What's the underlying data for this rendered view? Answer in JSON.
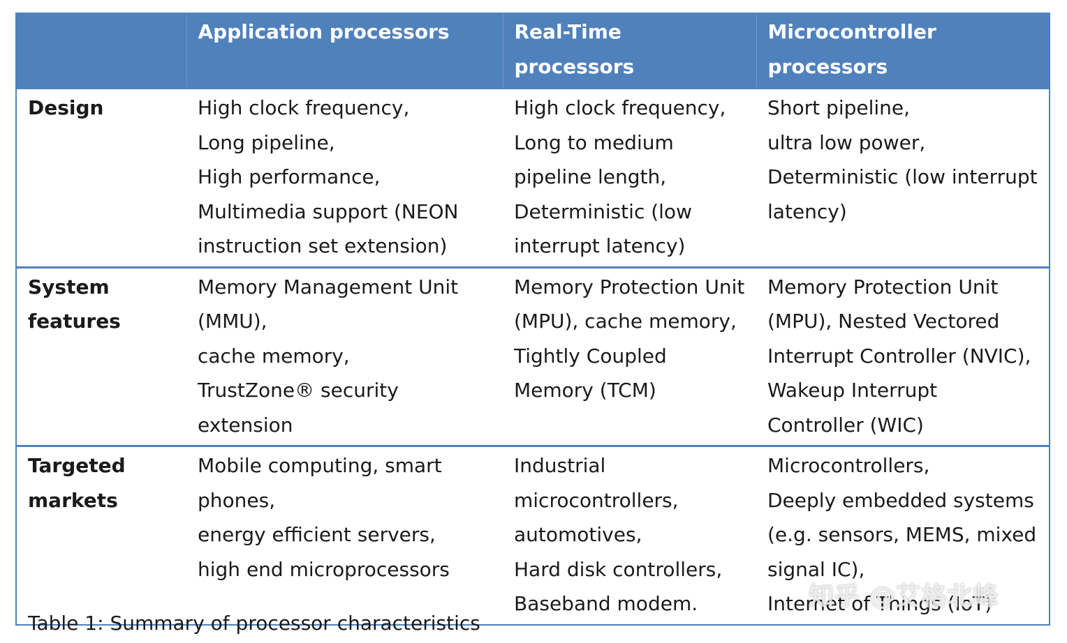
{
  "table": {
    "headers": [
      "",
      "Application processors",
      "Real-Time processors",
      "Microcontroller processors"
    ],
    "rows": [
      {
        "label": "Design",
        "cells": [
          "High clock frequency,\nLong pipeline,\nHigh performance,\nMultimedia support (NEON instruction set extension)",
          "High clock frequency,\nLong to medium pipeline length,\nDeterministic (low interrupt latency)",
          "Short pipeline,\nultra low power,\nDeterministic (low interrupt latency)"
        ]
      },
      {
        "label": "System features",
        "cells": [
          "Memory Management Unit (MMU),\ncache memory,\nTrustZone® security extension",
          "Memory Protection Unit (MPU), cache memory, Tightly Coupled Memory (TCM)",
          "Memory Protection Unit (MPU), Nested Vectored Interrupt Controller (NVIC), Wakeup Interrupt Controller (WIC)"
        ]
      },
      {
        "label": "Targeted markets",
        "cells": [
          "Mobile computing, smart phones,\nenergy efficient servers,\nhigh end microprocessors",
          "Industrial microcontrollers,\nautomotives,\nHard disk controllers,\nBaseband modem.",
          "Microcontrollers,\nDeeply embedded systems (e.g. sensors, MEMS, mixed signal IC),\nInternet of Things (IoT)"
        ]
      }
    ]
  },
  "caption": "Table 1: Summary of processor characteristics",
  "watermark": "知乎 @艾格北峰",
  "colors": {
    "header_bg": "#4f81bd",
    "header_text": "#ffffff",
    "border": "#4f81bd"
  }
}
